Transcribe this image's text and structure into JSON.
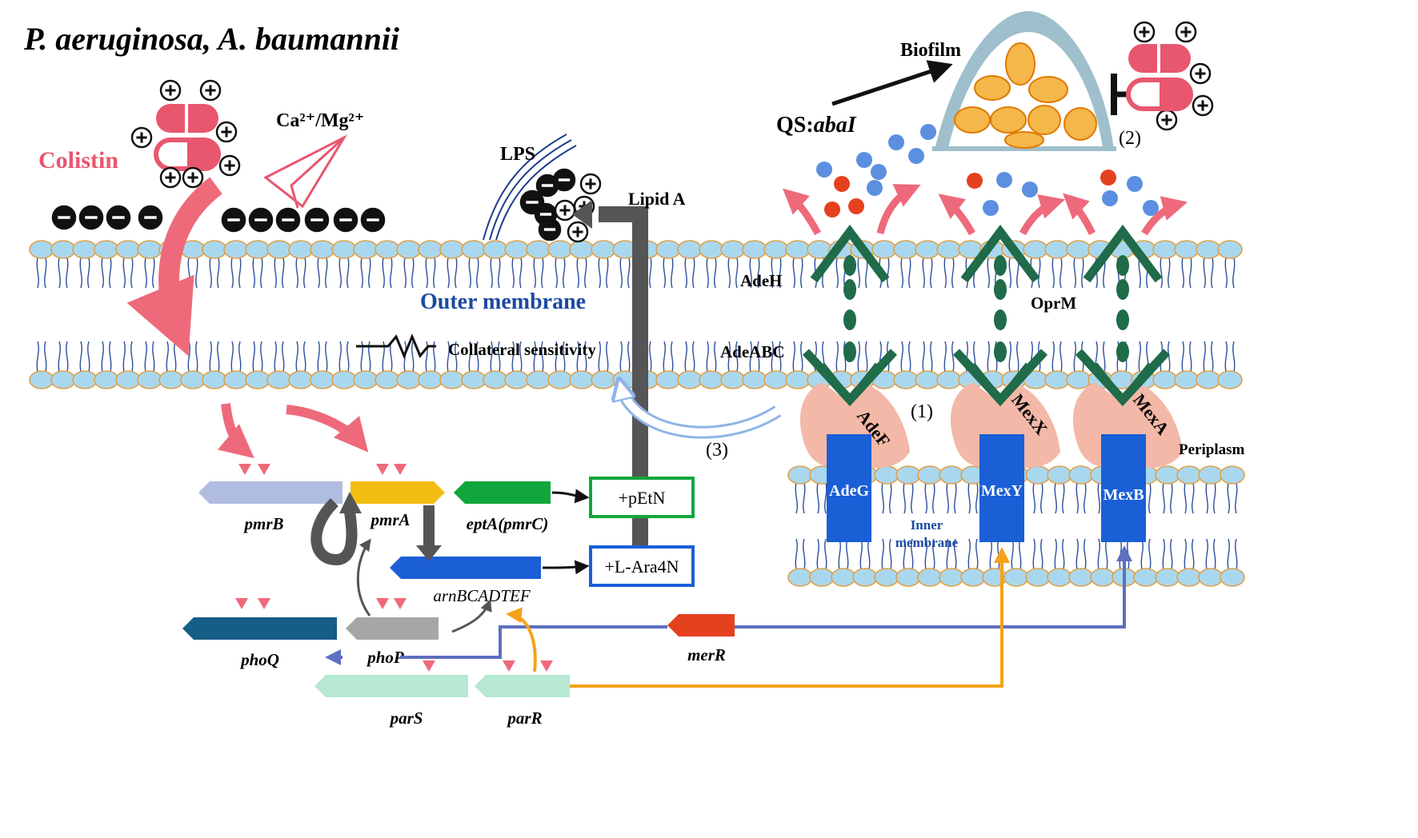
{
  "title": "P. aeruginosa, A. baumannii",
  "labels": {
    "colistin": "Colistin",
    "cation": "Ca²⁺/Mg²⁺",
    "lps": "LPS",
    "lipid_a": "Lipid A",
    "outer_membrane": "Outer membrane",
    "collateral_sensitivity": "Collateral sensitivity",
    "biofilm": "Biofilm",
    "qs": "QS:",
    "qs_gene": "abaI",
    "adeh": "AdeH",
    "adeabc": "AdeABC",
    "oprm": "OprM",
    "periplasm": "Periplasm",
    "inner_membrane_1": "Inner",
    "inner_membrane_2": "membrane",
    "step1": "(1)",
    "step2": "(2)",
    "step3": "(3)",
    "adef": "AdeF",
    "mexx": "MexX",
    "mexa": "MexA",
    "adeg": "AdeG",
    "mexy": "MexY",
    "mexb": "MexB",
    "petn": "+pEtN",
    "lara4n": "+L-Ara4N"
  },
  "genes": {
    "pmrB": "pmrB",
    "pmrA": "pmrA",
    "eptA": "eptA(pmrC)",
    "arn": "arnBCADTEF",
    "phoQ": "phoQ",
    "phoP": "phoP",
    "merR": "merR",
    "parS": "parS",
    "parR": "parR"
  },
  "colors": {
    "membrane_head": "#a9d8ee",
    "membrane_edge": "#e0a04a",
    "colistin_pink": "#e8576e",
    "arrow_pink": "#ee6a7b",
    "dark_green": "#1f6b4a",
    "efflux_blue": "#1a5fd6",
    "adapter_pink": "#f3b8a8",
    "gray_arrow": "#555555",
    "orange": "#f5a21b",
    "periwinkle": "#5d6fc0",
    "title_blue": "#1b4aa0"
  }
}
